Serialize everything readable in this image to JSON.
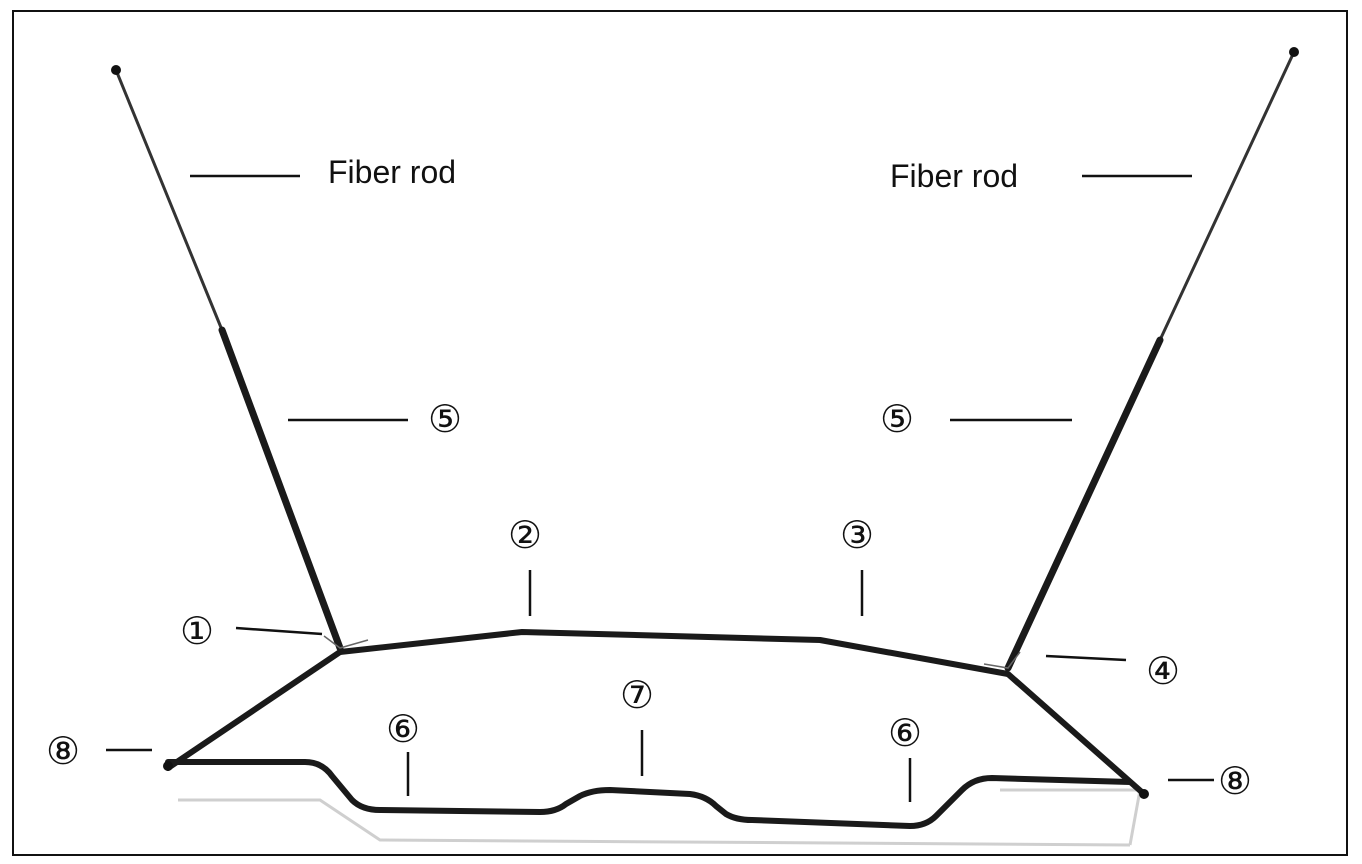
{
  "labels": {
    "fiber_rod_left": "Fiber rod",
    "fiber_rod_right": "Fiber rod",
    "c1": "①",
    "c2": "②",
    "c3": "③",
    "c4": "④",
    "c5_left": "⑤",
    "c5_right": "⑤",
    "c6_left": "⑥",
    "c6_right": "⑥",
    "c7": "⑦",
    "c8_left": "⑧",
    "c8_right": "⑧"
  },
  "colors": {
    "frame": "#111111",
    "ink": "#1a1a1a",
    "shadow": "#c8c8c8"
  }
}
